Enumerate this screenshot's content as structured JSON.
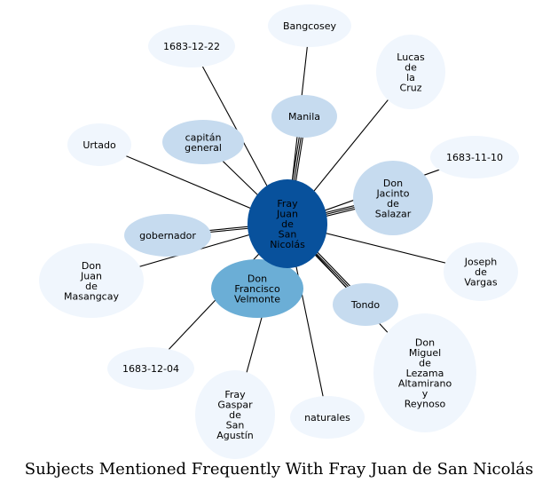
{
  "title": "Subjects Mentioned Frequently With Fray Juan de San Nicolás",
  "colors": {
    "center": "#08519c",
    "strong": "#6baed6",
    "medium": "#c6dbef",
    "light": "#f0f6fd",
    "edge": "#000000"
  },
  "center": {
    "id": "fray-juan-de-san-nicolas",
    "lines": [
      "Fray",
      "Juan",
      "de",
      "San",
      "Nicolás"
    ]
  },
  "nodes": [
    {
      "id": "bangcosey",
      "lines": [
        "Bangcosey"
      ],
      "tier": "light",
      "edges": 1
    },
    {
      "id": "date-1683-12-22",
      "lines": [
        "1683-12-22"
      ],
      "tier": "light",
      "edges": 1
    },
    {
      "id": "manila",
      "lines": [
        "Manila"
      ],
      "tier": "medium",
      "edges": 3
    },
    {
      "id": "lucas-de-la-cruz",
      "lines": [
        "Lucas",
        "de",
        "la",
        "Cruz"
      ],
      "tier": "light",
      "edges": 1
    },
    {
      "id": "capitan-general",
      "lines": [
        "capitán",
        "general"
      ],
      "tier": "medium",
      "edges": 1
    },
    {
      "id": "urtado",
      "lines": [
        "Urtado"
      ],
      "tier": "light",
      "edges": 1
    },
    {
      "id": "date-1683-11-10",
      "lines": [
        "1683-11-10"
      ],
      "tier": "light",
      "edges": 1
    },
    {
      "id": "don-jacinto-de-salazar",
      "lines": [
        "Don",
        "Jacinto",
        "de",
        "Salazar"
      ],
      "tier": "medium",
      "edges": 3
    },
    {
      "id": "gobernador",
      "lines": [
        "gobernador"
      ],
      "tier": "medium",
      "edges": 2
    },
    {
      "id": "joseph-de-vargas",
      "lines": [
        "Joseph",
        "de",
        "Vargas"
      ],
      "tier": "light",
      "edges": 1
    },
    {
      "id": "don-juan-de-masangcay",
      "lines": [
        "Don",
        "Juan",
        "de",
        "Masangcay"
      ],
      "tier": "light",
      "edges": 1
    },
    {
      "id": "don-francisco-velmonte",
      "lines": [
        "Don",
        "Francisco",
        "Velmonte"
      ],
      "tier": "strong",
      "edges": 4
    },
    {
      "id": "tondo",
      "lines": [
        "Tondo"
      ],
      "tier": "medium",
      "edges": 3
    },
    {
      "id": "don-miguel-de-lezama",
      "lines": [
        "Don",
        "Miguel",
        "de",
        "Lezama",
        "Altamirano",
        "y",
        "Reynoso"
      ],
      "tier": "light",
      "edges": 1
    },
    {
      "id": "date-1683-12-04",
      "lines": [
        "1683-12-04"
      ],
      "tier": "light",
      "edges": 1
    },
    {
      "id": "fray-gaspar-de-san-agustin",
      "lines": [
        "Fray",
        "Gaspar",
        "de",
        "San",
        "Agustín"
      ],
      "tier": "light",
      "edges": 1
    },
    {
      "id": "naturales",
      "lines": [
        "naturales"
      ],
      "tier": "light",
      "edges": 1
    }
  ]
}
